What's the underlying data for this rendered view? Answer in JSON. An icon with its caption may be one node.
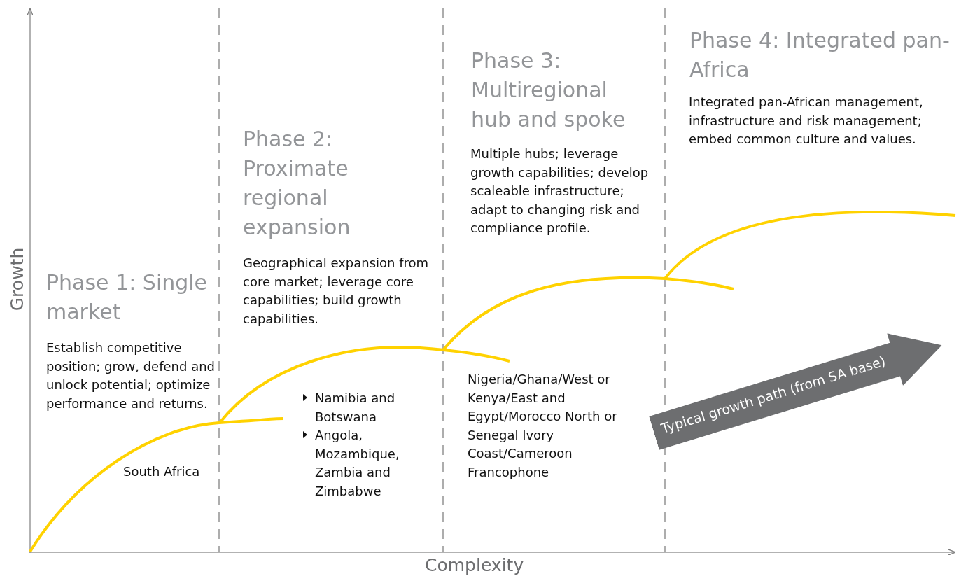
{
  "diagram": {
    "nodes": [
      {
        "text": [
          "Typical growth path (from SA base)"
        ]
      }
    ],
    "edges": [],
    "labels": [
      "Phase 1: Single market",
      "Establish competitive position; grow, defend and unlock potential; optimize performance and returns.",
      "South Africa",
      "Phase 2: Proximate regional expansion",
      "Geographical expansion from core market; leverage core capabilities; build growth capabilities.",
      "Namibia and Botswana",
      "Angola, Mozambique, Zambia and Zimbabwe",
      "Phase 3: Multiregional hub and spoke",
      "Multiple hubs; leverage growth capabilities; develop scaleable infrastructure;  adapt to changing risk and compliance profile.",
      "Nigeria/Ghana/West or Kenya/East and Egypt/Morocco North or Senegal Ivory Coast/Cameroon Francophone",
      "Phase 4: Integrated pan-Africa",
      "Integrated pan-African management, infrastructure and risk management; embed common culture and values.",
      "Growth",
      "Complexity"
    ]
  }
}
